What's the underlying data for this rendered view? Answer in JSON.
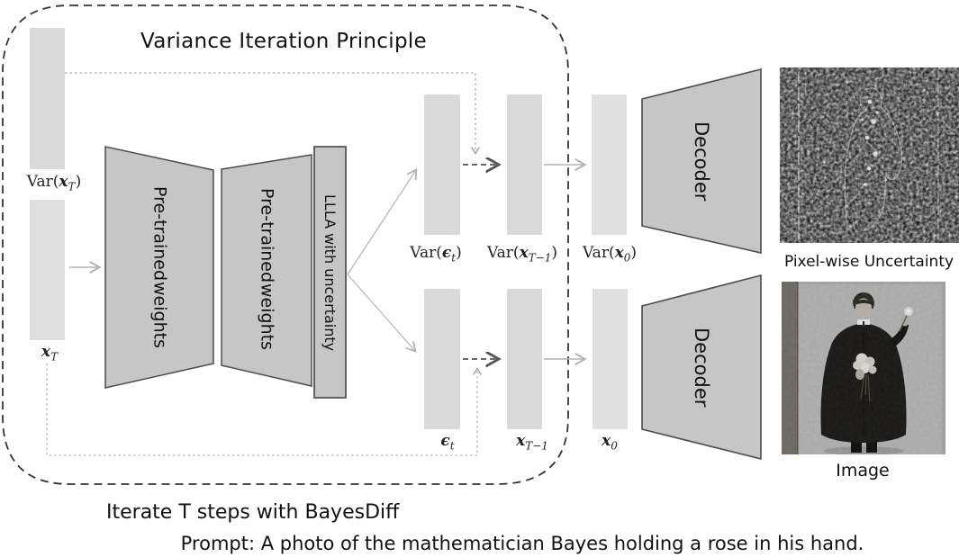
{
  "figure": {
    "title": "Variance Iteration Principle",
    "iterate_caption": "Iterate T steps with BayesDiff",
    "prompt_caption": "Prompt: A photo of the mathematician Bayes holding a rose in his hand."
  },
  "blocks": {
    "pretrained_left": {
      "line1": "Pre-trained",
      "line2": "weights"
    },
    "pretrained_right": {
      "line1": "Pre-trained",
      "line2": "weights"
    },
    "llla": "LLLA with uncertainty",
    "decoder_top": "Decoder",
    "decoder_bottom": "Decoder"
  },
  "tensor_labels": {
    "var_xT": {
      "pre": "Var(",
      "sym": "x",
      "sub": "T",
      "post": ")"
    },
    "xT": {
      "sym": "x",
      "sub": "T"
    },
    "var_eps": {
      "pre": "Var(",
      "sym": "ϵ",
      "sub": "t",
      "post": ")"
    },
    "var_xTm1": {
      "pre": "Var(",
      "sym": "x",
      "sub": "T−1",
      "post": ")"
    },
    "var_x0": {
      "pre": "Var(",
      "sym": "x",
      "sub": "0",
      "post": ")"
    },
    "eps_t": {
      "sym": "ϵ",
      "sub": "t"
    },
    "xTm1": {
      "sym": "x",
      "sub": "T−1"
    },
    "x0": {
      "sym": "x",
      "sub": "0"
    }
  },
  "outputs": {
    "uncertainty_caption": "Pixel-wise Uncertainty",
    "image_caption": "Image"
  },
  "colors": {
    "bar": "#dadada",
    "block_fill": "#c6c6c6",
    "block_border": "#4d4d4d",
    "boundary_dash": "#333333",
    "arrow_light": "#b3b3b3",
    "arrow_dark": "#555555",
    "dotted_line": "#999999"
  }
}
